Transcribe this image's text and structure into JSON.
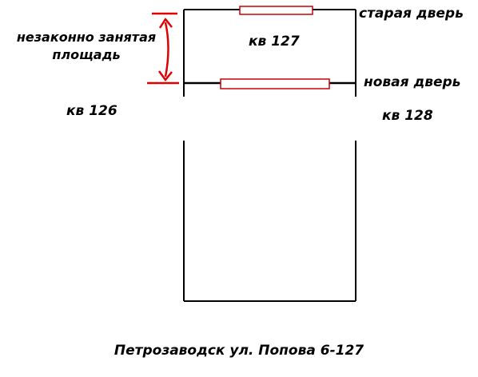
{
  "labels": {
    "old_door": "старая дверь",
    "new_door": "новая дверь",
    "apt_127": "кв 127",
    "apt_126": "кв 126",
    "apt_128": "кв 128",
    "illegal_area": "незаконно занятая площадь",
    "address": "Петрозаводск ул. Попова 6-127"
  },
  "colors": {
    "wall": "#000000",
    "door": "#cc0000",
    "annotation": "#e00000",
    "door_fill": "#ffffff"
  }
}
